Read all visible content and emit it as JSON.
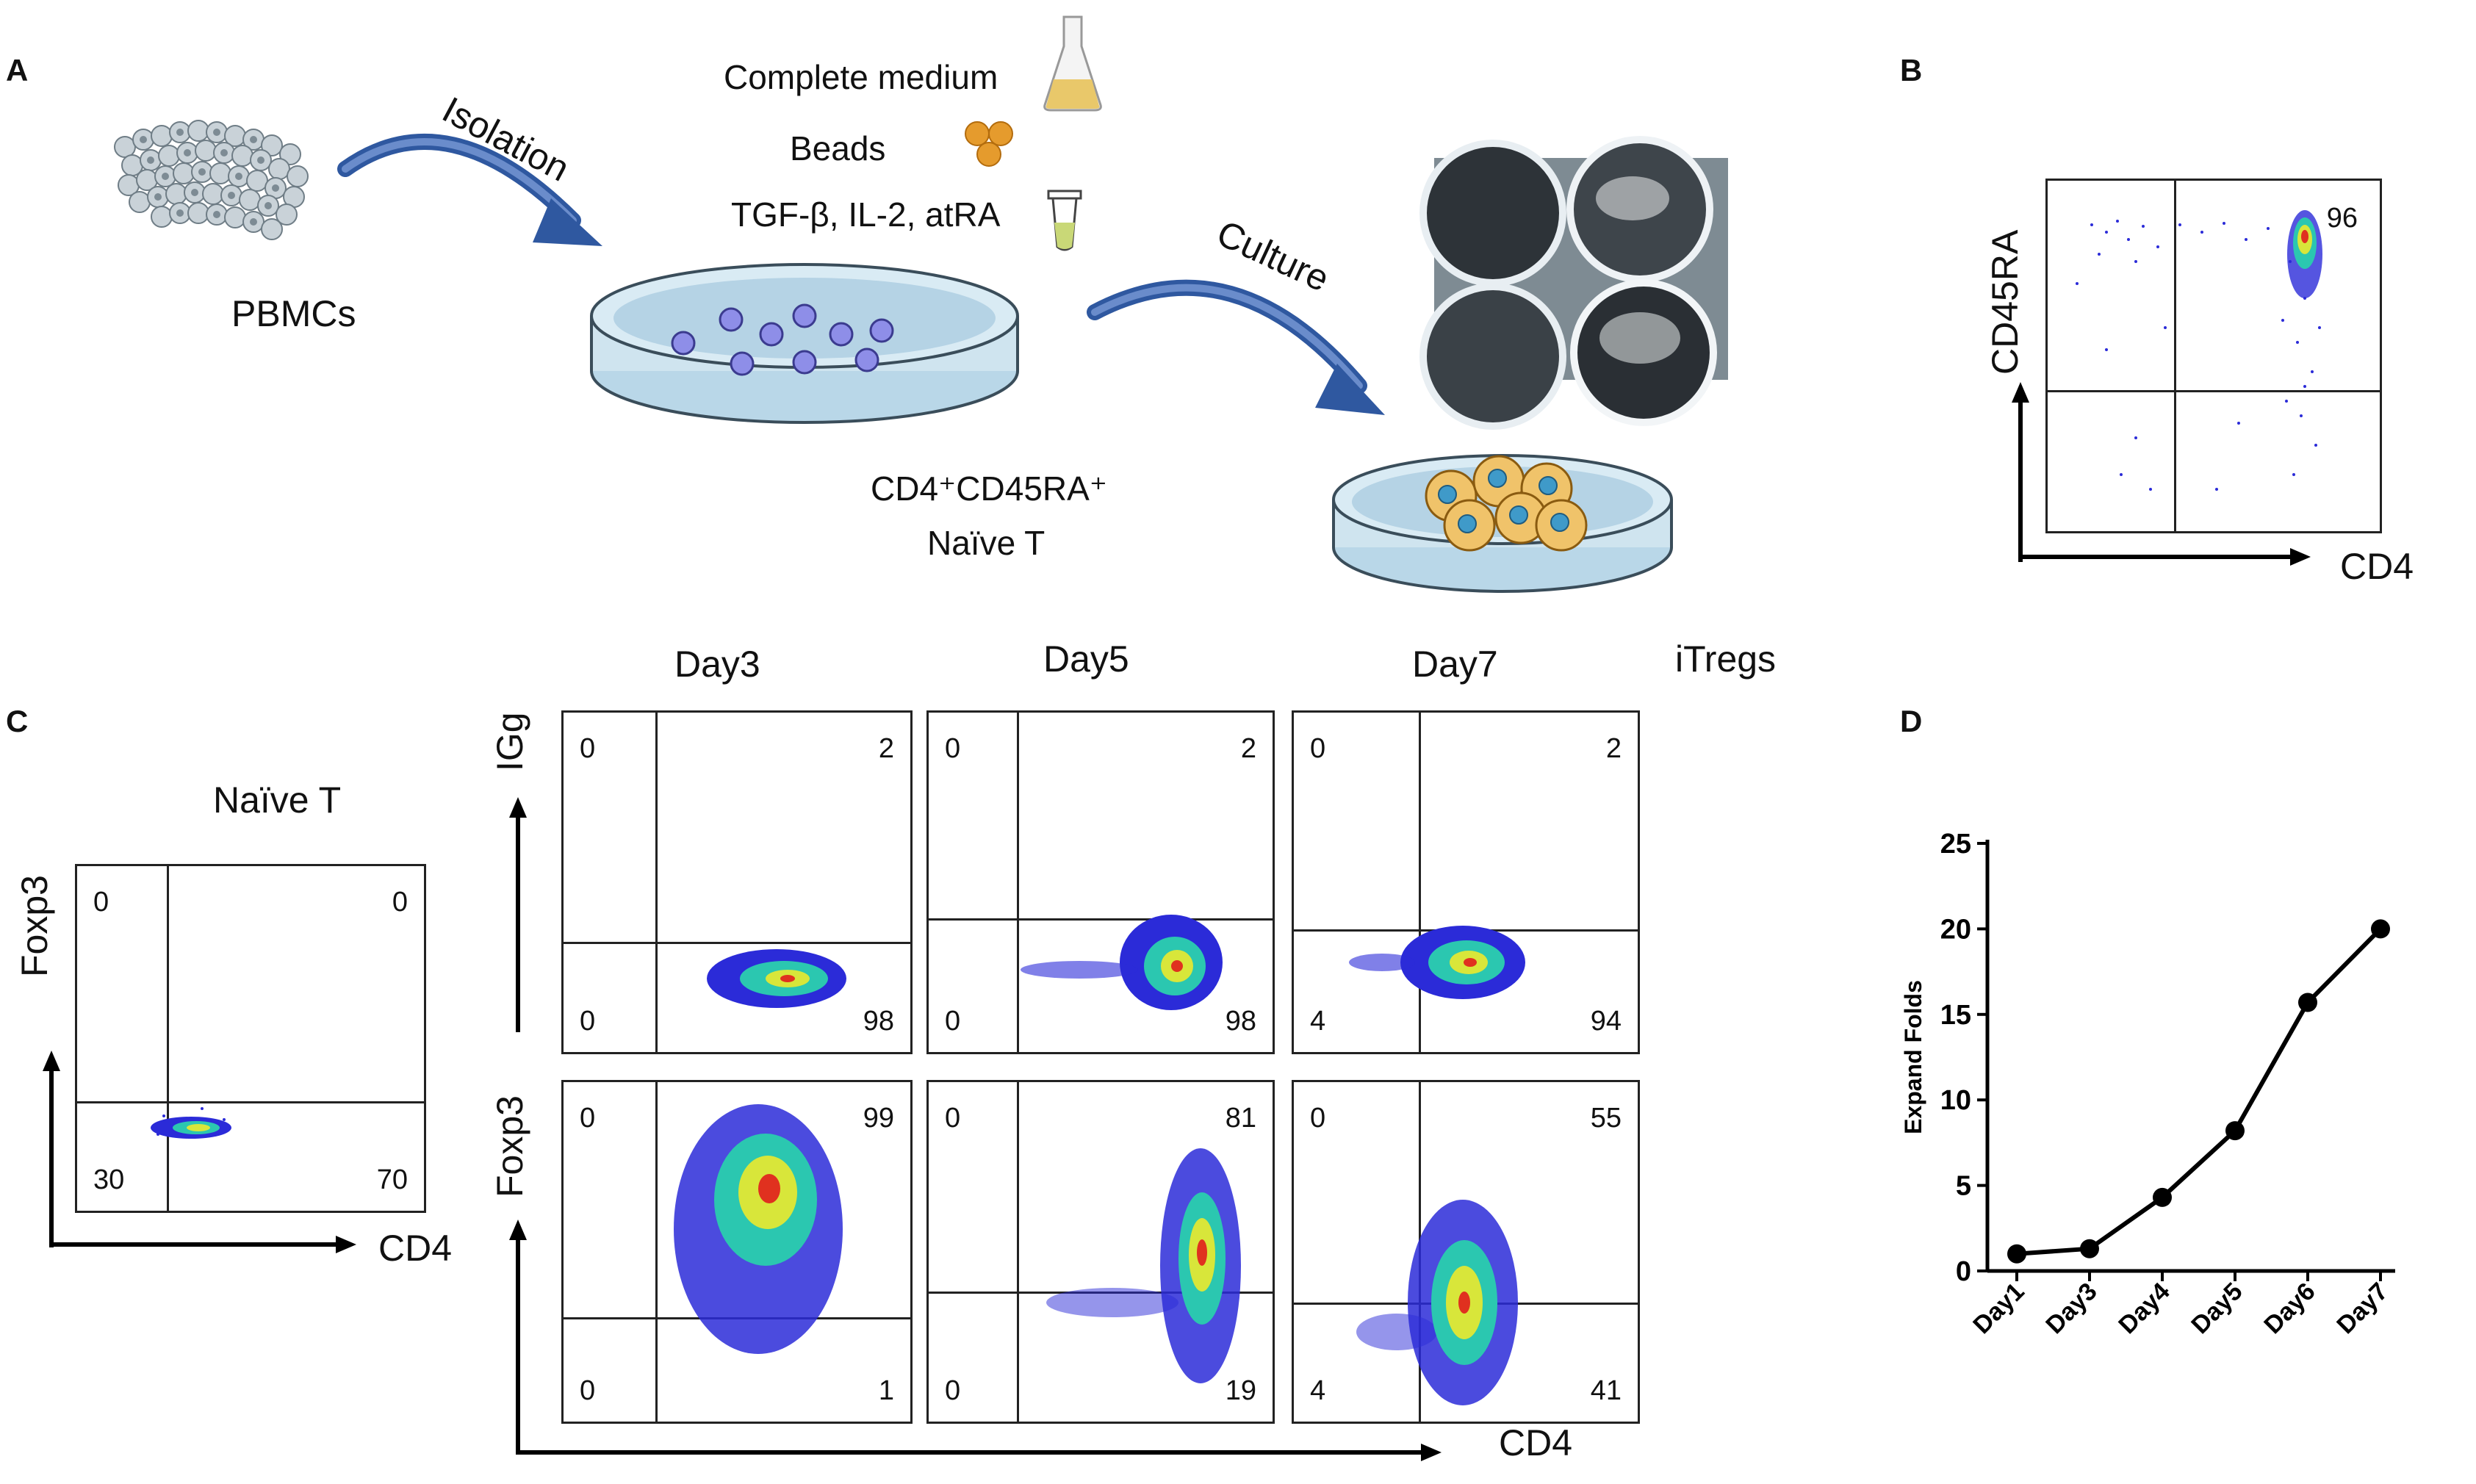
{
  "panels": {
    "a": "A",
    "b": "B",
    "c": "C",
    "d": "D"
  },
  "panel_a": {
    "pbmcs": "PBMCs",
    "isolation": "Isolation",
    "complete_medium": "Complete medium",
    "beads": "Beads",
    "cytokines": "TGF-β, IL-2, atRA",
    "naive_line1": "CD4⁺CD45RA⁺",
    "naive_line2": "Naïve T",
    "culture": "Culture"
  },
  "panel_b": {
    "y_label": "CD45RA",
    "x_label": "CD4",
    "quadrant_ur": "96"
  },
  "panel_c": {
    "naive_title": "Naïve T",
    "naive_y": "Foxp3",
    "naive_x": "CD4",
    "naive_q": {
      "ul": "0",
      "ur": "0",
      "ll": "30",
      "lr": "70"
    },
    "col_titles": [
      "Day3",
      "Day5",
      "Day7",
      "iTregs"
    ],
    "row_igg": "IGg",
    "row_foxp3": "Foxp3",
    "x_label": "CD4",
    "igg": [
      {
        "ul": "0",
        "ur": "2",
        "ll": "0",
        "lr": "98"
      },
      {
        "ul": "0",
        "ur": "2",
        "ll": "0",
        "lr": "98"
      },
      {
        "ul": "0",
        "ur": "2",
        "ll": "4",
        "lr": "94"
      }
    ],
    "foxp3": [
      {
        "ul": "0",
        "ur": "99",
        "ll": "0",
        "lr": "1"
      },
      {
        "ul": "0",
        "ur": "81",
        "ll": "0",
        "lr": "19"
      },
      {
        "ul": "0",
        "ur": "55",
        "ll": "4",
        "lr": "41"
      }
    ]
  },
  "chart_data": {
    "type": "line",
    "categories": [
      "Day1",
      "Day3",
      "Day4",
      "Day5",
      "Day6",
      "Day7"
    ],
    "values": [
      1,
      1.3,
      4.3,
      8.2,
      15.7,
      20
    ],
    "ylabel": "Expand Folds",
    "ylim": [
      0,
      25
    ],
    "yticks": [
      "0",
      "5",
      "10",
      "15",
      "20",
      "25"
    ],
    "color": "#000000"
  }
}
